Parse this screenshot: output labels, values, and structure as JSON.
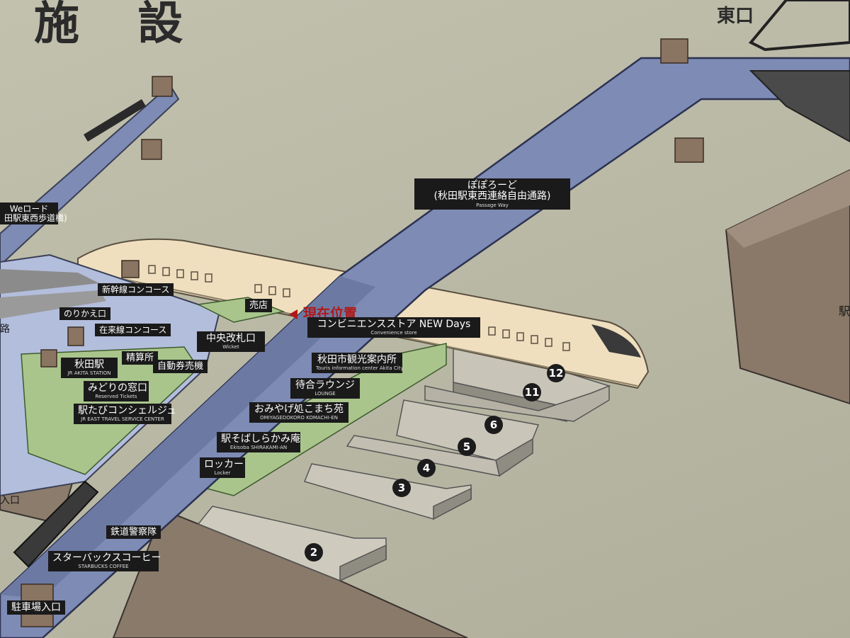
{
  "map": {
    "heading": "施 設",
    "east_exit": "東口",
    "labels": {
      "popo_road": {
        "jp": "ぽぽろーど",
        "jp2": "(秋田駅東西連絡自由通路)",
        "en": "Passage Way"
      },
      "we_road": {
        "jp": "Weロード",
        "jp2": "田駅東西歩道橋)"
      },
      "shinkansen_concourse": {
        "jp": "新幹線コンコース"
      },
      "norikae": {
        "jp": "のりかえ口"
      },
      "zairaisen_concourse": {
        "jp": "在来線コンコース"
      },
      "baiten": {
        "jp": "売店"
      },
      "central_gate": {
        "jp": "中央改札口",
        "en": "Wicket"
      },
      "akita_station": {
        "jp": "秋田駅",
        "en": "JR AKITA STATION"
      },
      "seisanjo": {
        "jp": "精算所"
      },
      "jidou_kenbaiki": {
        "jp": "自動券売機"
      },
      "midori": {
        "jp": "みどりの窓口",
        "en": "Reserved Tickets"
      },
      "concierge": {
        "jp": "駅たびコンシェルジュ",
        "en": "JR EAST TRAVEL SERVICE CENTER"
      },
      "convenience": {
        "jp": "コンビニエンスストア NEW Days",
        "en": "Convenience store"
      },
      "tourist_info": {
        "jp": "秋田市観光案内所",
        "en": "Touris information center Akita City"
      },
      "lounge": {
        "jp": "待合ラウンジ",
        "en": "LOUNGE"
      },
      "omiyage": {
        "jp": "おみやげ処こまち苑",
        "en": "OMIYAGEDOKORO KOMACHI-EN"
      },
      "ekisoba": {
        "jp": "駅そばしらかみ庵",
        "en": "Ekisoba SHIRAKAMI-AN"
      },
      "locker": {
        "jp": "ロッカー",
        "en": "Locker"
      },
      "police": {
        "jp": "鉄道警察隊"
      },
      "starbucks": {
        "jp": "スターバックスコーヒー",
        "en": "STARBUCKS COFFEE"
      },
      "parking": {
        "jp": "駐車場入口"
      }
    },
    "current_location": "現在位置",
    "platforms": [
      "12",
      "11",
      "6",
      "5",
      "4",
      "3",
      "2"
    ],
    "edge_fragments": {
      "left_ro": "路",
      "left_iriguchi": "入口",
      "right_eki": "駅"
    },
    "colors": {
      "walkway": "#7d8bb5",
      "concourse": "#b3bedd",
      "green_area": "#a9c58c",
      "background": "#bcbba8",
      "train_body": "#efdfbf",
      "current_location": "#b01818"
    }
  }
}
